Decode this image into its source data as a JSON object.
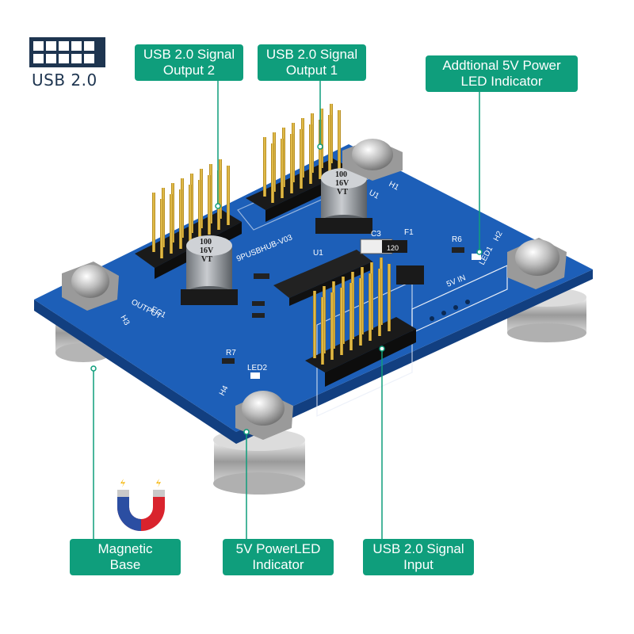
{
  "logo": {
    "text": "USB 2.0",
    "color": "#1e3550"
  },
  "callouts": {
    "output2": {
      "line1": "USB 2.0 Signal",
      "line2": "Output 2"
    },
    "output1": {
      "line1": "USB 2.0 Signal",
      "line2": "Output 1"
    },
    "power_led": {
      "line1": "Addtional 5V Power",
      "line2": "LED Indicator"
    },
    "magnetic": {
      "line1": "Magnetic",
      "line2": "Base"
    },
    "power_led2": {
      "line1": "5V PowerLED",
      "line2": "Indicator"
    },
    "input": {
      "line1": "USB 2.0 Signal",
      "line2": "Input"
    }
  },
  "board": {
    "silkscreen_name": "9PUSBHUB-V03",
    "label_output": "OUTPUT",
    "label_ec1": "EC1",
    "label_u1": "U1",
    "label_u1b": "U1",
    "label_h1": "H1",
    "label_h2": "H2",
    "label_h3": "H3",
    "label_h4": "H4",
    "label_r6": "R6",
    "label_r7": "R7",
    "label_led1": "LED1",
    "label_led2": "LED2",
    "label_5vin": "5V IN",
    "label_f1": "F1",
    "label_c3": "C3",
    "label_fuse": "120",
    "cap_value1": "100",
    "cap_value2": "16V",
    "cap_value3": "VT"
  },
  "colors": {
    "callout_bg": "#0f9e7c",
    "leader_line": "#0f9e7c",
    "pcb": "#1d5fb8",
    "pcb_edge": "#123f80",
    "pin_gold": "#d4a72c"
  }
}
